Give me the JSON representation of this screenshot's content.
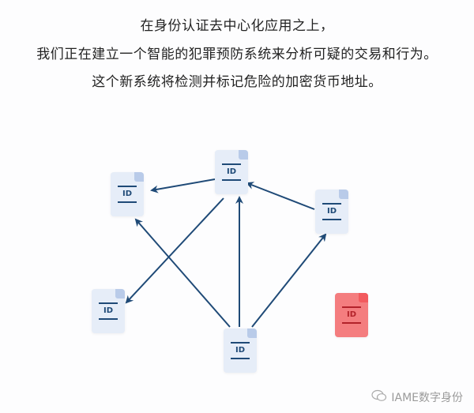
{
  "intro": {
    "lines": [
      "在身份认证去中心化应用之上，",
      "我们正在建立一个智能的犯罪预防系统来分析可疑的交易和行为。",
      "这个新系统将检测并标记危险的加密货币地址。"
    ]
  },
  "diagram": {
    "node_label": "ID",
    "nodes": [
      {
        "id": "top-left",
        "label": "ID",
        "status": "normal"
      },
      {
        "id": "top",
        "label": "ID",
        "status": "normal"
      },
      {
        "id": "right",
        "label": "ID",
        "status": "normal"
      },
      {
        "id": "bottom-left",
        "label": "ID",
        "status": "normal"
      },
      {
        "id": "bottom",
        "label": "ID",
        "status": "normal"
      },
      {
        "id": "flagged",
        "label": "ID",
        "status": "flagged"
      }
    ],
    "edges": [
      {
        "from": "top",
        "to": "top-left"
      },
      {
        "from": "right",
        "to": "top"
      },
      {
        "from": "top",
        "to": "bottom-left"
      },
      {
        "from": "bottom",
        "to": "top-left"
      },
      {
        "from": "bottom",
        "to": "top"
      },
      {
        "from": "bottom",
        "to": "right"
      }
    ],
    "colors": {
      "arrow": "#1f4a77",
      "normal": "#e6edf8",
      "flagged": "#f47d7f"
    }
  },
  "watermark": {
    "text": "IAME数字身份"
  }
}
